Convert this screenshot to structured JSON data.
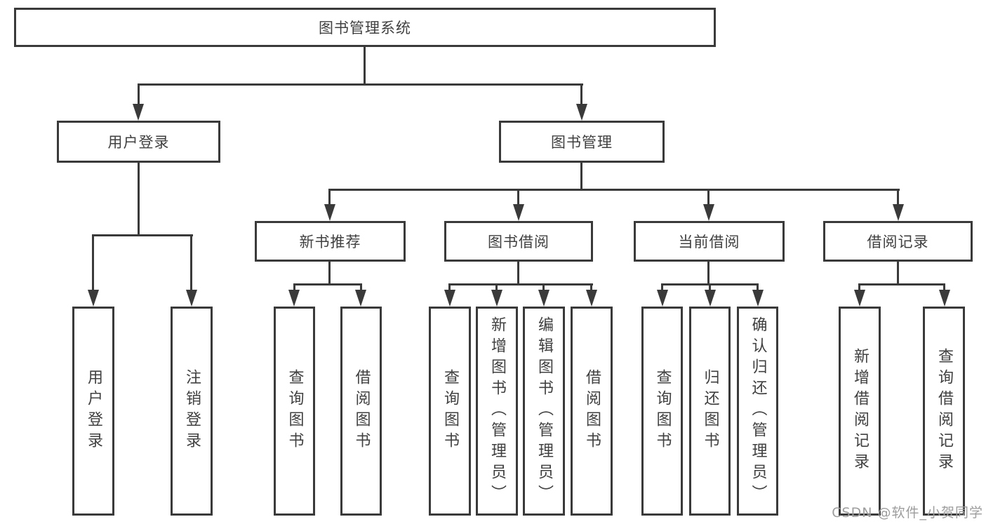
{
  "diagram": {
    "root": {
      "label": "图书管理系统"
    },
    "branches": [
      {
        "label": "用户登录",
        "leaves": [
          {
            "label": "用户登录"
          },
          {
            "label": "注销登录"
          }
        ]
      },
      {
        "label": "图书管理",
        "sections": [
          {
            "label": "新书推荐",
            "leaves": [
              {
                "label": "查询图书"
              },
              {
                "label": "借阅图书"
              }
            ]
          },
          {
            "label": "图书借阅",
            "leaves": [
              {
                "label": "查询图书"
              },
              {
                "label": "新增图书（管理员）"
              },
              {
                "label": "编辑图书（管理员）"
              },
              {
                "label": "借阅图书"
              }
            ]
          },
          {
            "label": "当前借阅",
            "leaves": [
              {
                "label": "查询图书"
              },
              {
                "label": "归还图书"
              },
              {
                "label": "确认归还（管理员）"
              }
            ]
          },
          {
            "label": "借阅记录",
            "leaves": [
              {
                "label": "新增借阅记录"
              },
              {
                "label": "查询借阅记录"
              }
            ]
          }
        ]
      }
    ]
  },
  "watermark": {
    "text": "CSDN @软件_小贺同学"
  },
  "colors": {
    "line": "#3a3a3a",
    "text": "#404040",
    "watermark": "#9d9d9d",
    "background": "#ffffff"
  }
}
